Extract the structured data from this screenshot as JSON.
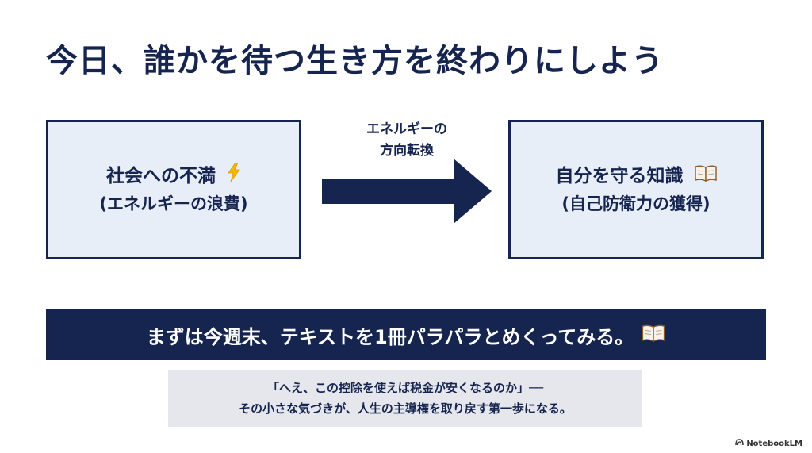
{
  "title": "今日、誰かを待つ生き方を終わりにしよう",
  "left_box": {
    "main": "社会への不満",
    "sub": "(エネルギーの浪費)",
    "icon": "lightning-icon"
  },
  "arrow": {
    "label_line1": "エネルギーの",
    "label_line2": "方向転換"
  },
  "right_box": {
    "main": "自分を守る知識",
    "sub": "(自己防衛力の獲得)",
    "icon": "open-book-icon"
  },
  "banner": {
    "text": "まずは今週末、テキストを1冊パラパラとめくってみる。",
    "icon": "open-book-icon"
  },
  "quote": {
    "line1": "「へえ、この控除を使えば税金が安くなるのか」──",
    "line2": "その小さな気づきが、人生の主導権を取り戻す第一歩になる。"
  },
  "watermark": {
    "text": "NotebookLM"
  },
  "colors": {
    "navy": "#16254f",
    "box_fill": "#e8eef8",
    "quote_fill": "#e6e7ec",
    "lightning": "#f5b800"
  }
}
